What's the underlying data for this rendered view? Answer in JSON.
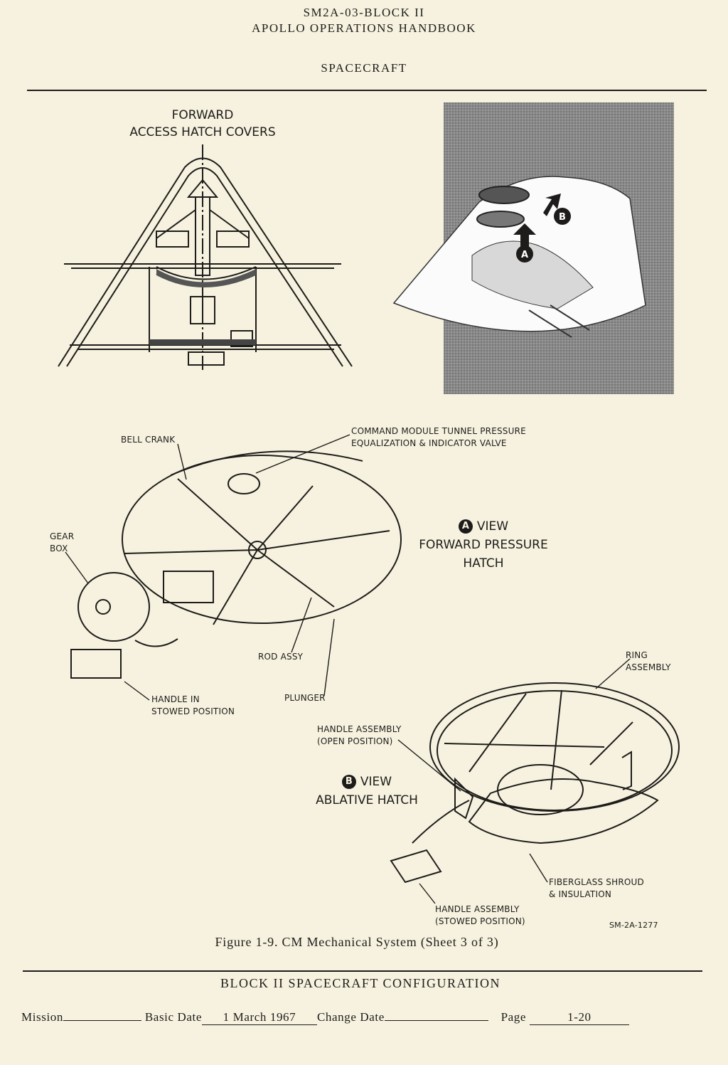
{
  "header": {
    "doc_id": "SM2A-03-BLOCK II",
    "title": "APOLLO OPERATIONS HANDBOOK",
    "section": "SPACECRAFT"
  },
  "figure": {
    "forward_hatch_label": "FORWARD\nACCESS HATCH COVERS",
    "badge_a": "A",
    "badge_b": "B",
    "labels": {
      "bell_crank": "BELL CRANK",
      "tunnel_valve": "COMMAND MODULE TUNNEL PRESSURE\nEQUALIZATION & INDICATOR VALVE",
      "gear_box": "GEAR\nBOX",
      "rod_assy": "ROD ASSY",
      "plunger": "PLUNGER",
      "handle_stowed": "HANDLE IN\nSTOWED POSITION",
      "ring_assembly": "RING\nASSEMBLY",
      "handle_open": "HANDLE ASSEMBLY\n(OPEN POSITION)",
      "fiberglass": "FIBERGLASS SHROUD\n& INSULATION",
      "handle_assembly_stowed": "HANDLE ASSEMBLY\n(STOWED POSITION)",
      "drawing_no": "SM-2A-1277"
    },
    "view_a": {
      "word": "VIEW",
      "title": "FORWARD PRESSURE HATCH"
    },
    "view_b": {
      "word": "VIEW",
      "title": "ABLATIVE HATCH"
    },
    "caption": "Figure 1-9.  CM Mechanical System (Sheet 3 of 3)"
  },
  "footer": {
    "config": "BLOCK II SPACECRAFT CONFIGURATION",
    "mission_label": "Mission",
    "mission_value": "",
    "basic_date_label": "Basic Date",
    "basic_date_value": "1 March 1967",
    "change_date_label": "Change Date",
    "change_date_value": "",
    "page_label": "Page",
    "page_value": "1-20"
  }
}
